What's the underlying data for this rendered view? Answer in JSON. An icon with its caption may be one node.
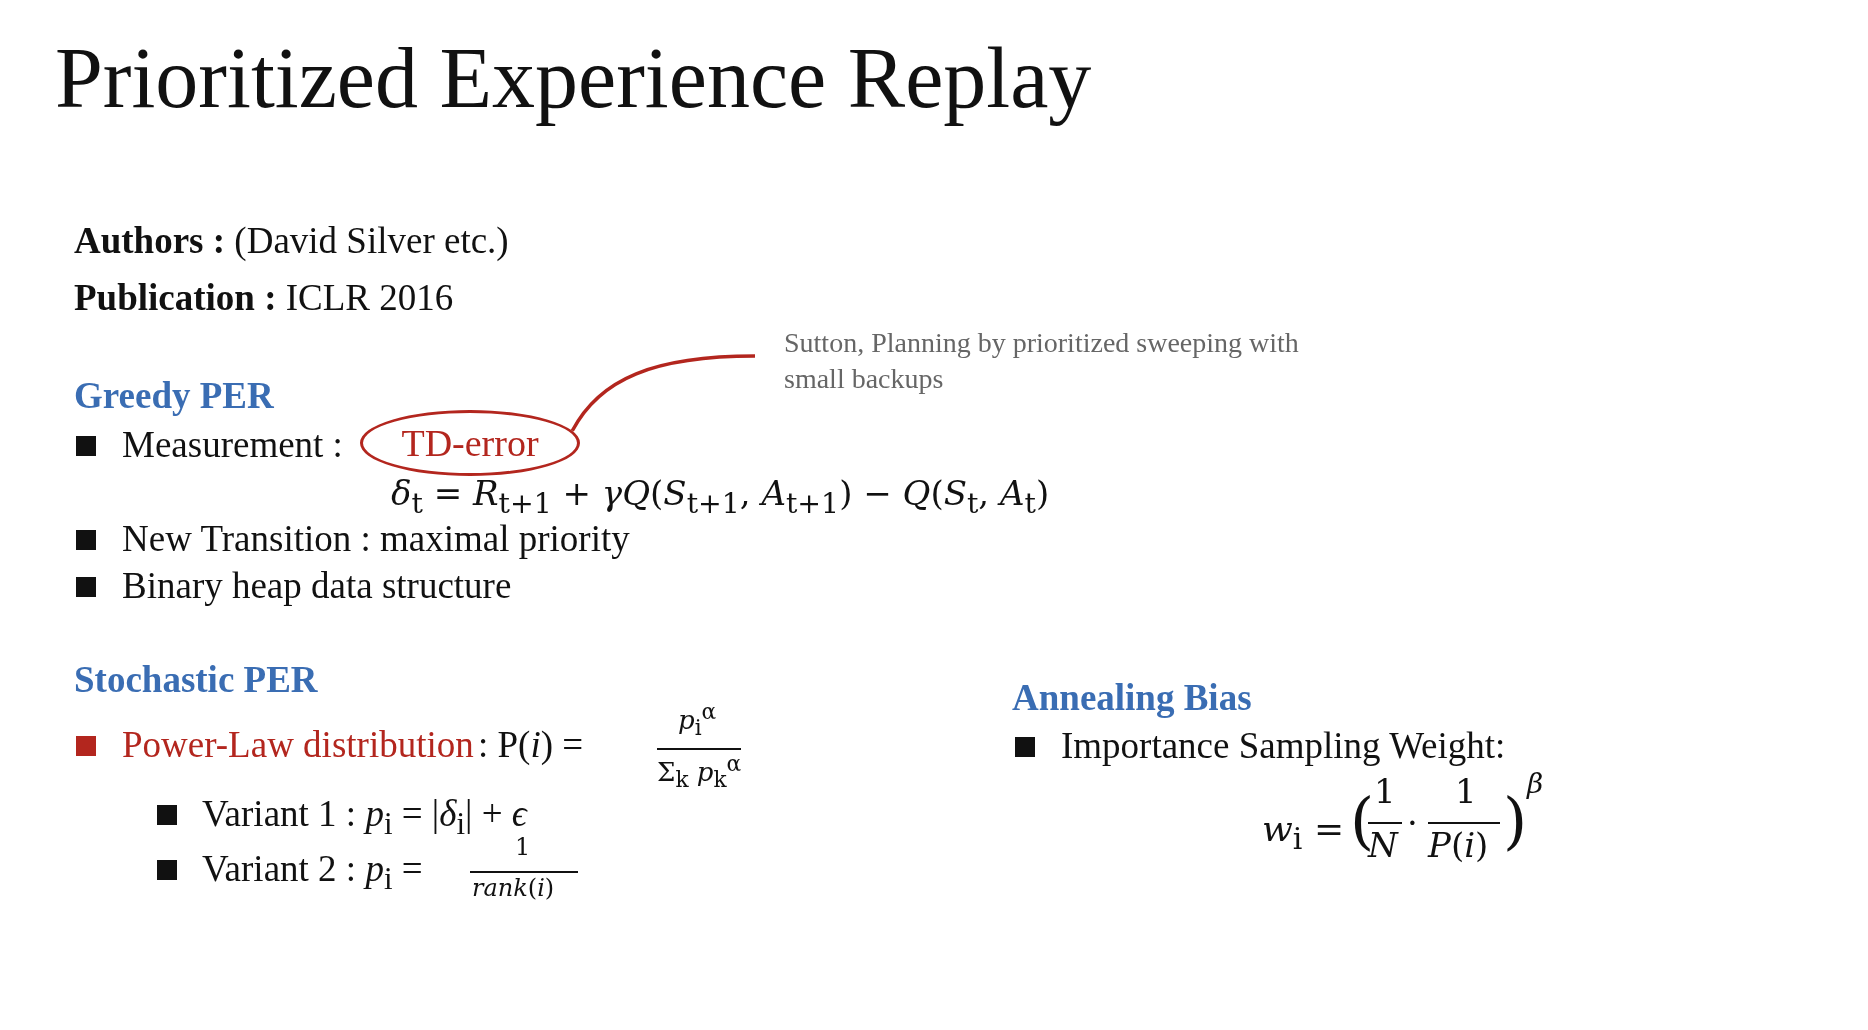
{
  "diagram": {
    "title": "Prioritized Experience Replay",
    "nodes": [
      {
        "text": [
          "TD-error"
        ]
      },
      {
        "text": [
          "Sutton, Planning by prioritized sweeping with small backups"
        ]
      }
    ],
    "edges": [
      {
        "from": 1,
        "to": 0,
        "arrow": "none"
      }
    ],
    "labels": [
      "**Authors :** (David Silver etc.)",
      "**Publication :** ICLR 2016",
      "Greedy PER",
      "Measurement :",
      "*δ*$_{t}$ = *R*$_{t+1}$ + *γQ*(*S*$_{t+1}$, *A*$_{t+1}$) − *Q*(*S*$_{t}$, *A*$_{t}$)",
      "New Transition : maximal priority",
      "Binary heap data structure",
      "Stochastic PER",
      "Power-Law distribution",
      ": P(*i*) =",
      "*p*$_{i}$$^{α}$",
      "Σ$_{k}$ *p*$_{k}$$^{α}$",
      "Variant 1 : *p*$_{i}$ = |*δ*$_{i}$| + *ϵ*",
      "Variant 2 : *p*$_{i}$ =",
      "1",
      "*rank*(*i*)",
      "Annealing Bias",
      "Importance Sampling Weight:",
      "*w*$_{i}$ =",
      "(",
      "1",
      "*N*",
      "·",
      "1",
      "*P*(*i*)",
      ")",
      "β"
    ]
  }
}
